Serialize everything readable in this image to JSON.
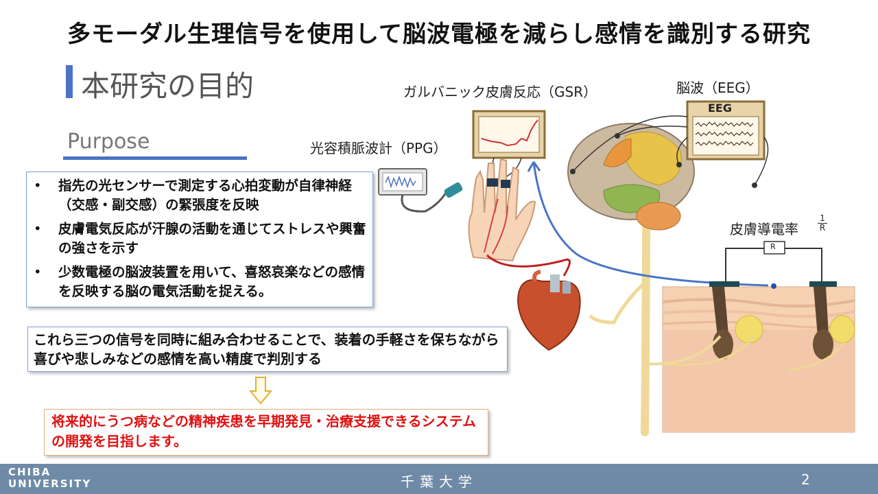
{
  "title": "多モーダル生理信号を使用して脳波電極を減らし感情を識別する研究",
  "section": {
    "heading": "本研究の目的",
    "subheading": "Purpose"
  },
  "bullets": [
    "指先の光センサーで測定する心拍変動が自律神経（交感・副交感）の緊張度を反映",
    "皮膚電気反応が汗腺の活動を通じてストレスや興奮の強さを示す",
    "少数電極の脳波装置を用いて、喜怒哀楽などの感情を反映する脳の電気活動を捉える。"
  ],
  "bullet_marker": "•",
  "summary": "これら三つの信号を同時に組み合わせることで、装着の手軽さを保ちながら喜びや悲しみなどの感情を高い精度で判別する",
  "goal": "将来的にうつ病などの精神疾患を早期発見・治療支援できるシステムの開発を目指します。",
  "diagram": {
    "gsr_label": "ガルバニック皮膚反応（GSR）",
    "eeg_label": "脳波（EEG）",
    "eeg_screen_text": "EEG",
    "ppg_label": "光容積脈波計（PPG）",
    "conductance_label": "皮膚導電率",
    "fraction_numerator": "1",
    "fraction_denominator": "R",
    "resistor_label": "R"
  },
  "footer": {
    "logo_line1": "CHIBA",
    "logo_line2": "UNIVERSITY",
    "center": "千葉大学",
    "page": "2"
  },
  "colors": {
    "accent": "#4a74c4",
    "footer": "#6e8aa7",
    "goal_text": "#e01010",
    "arrow_outline": "#e0b030"
  }
}
